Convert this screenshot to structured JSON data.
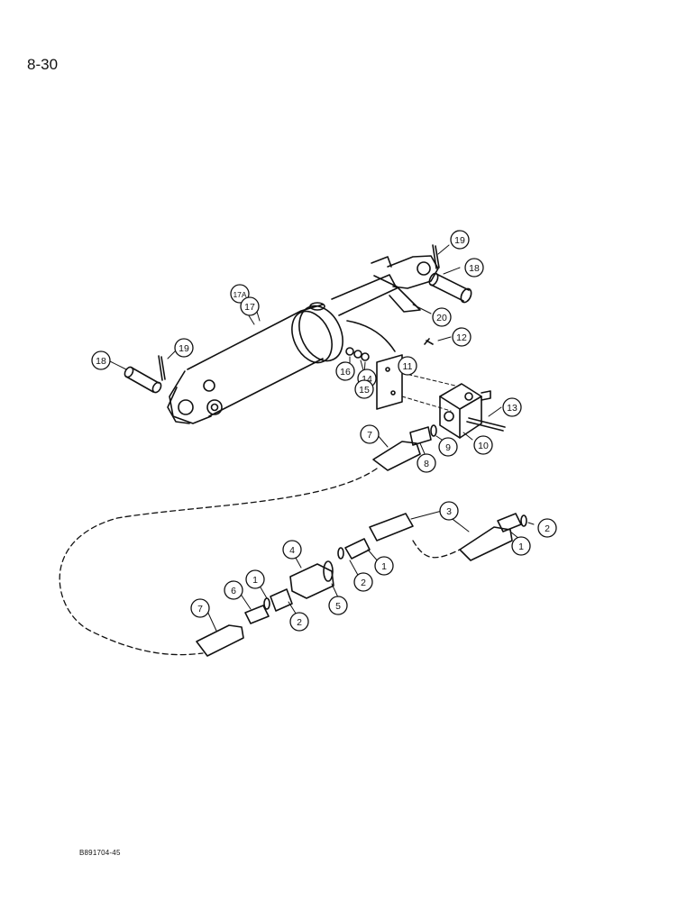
{
  "page": {
    "number": "8-30",
    "doc_code": "B891704-45"
  },
  "callouts": [
    "19",
    "18",
    "17A",
    "17",
    "20",
    "12",
    "18",
    "19",
    "16",
    "14",
    "15",
    "11",
    "13",
    "10",
    "9",
    "8",
    "7",
    "3",
    "2",
    "1",
    "4",
    "1",
    "2",
    "5",
    "2",
    "1",
    "6",
    "7"
  ]
}
